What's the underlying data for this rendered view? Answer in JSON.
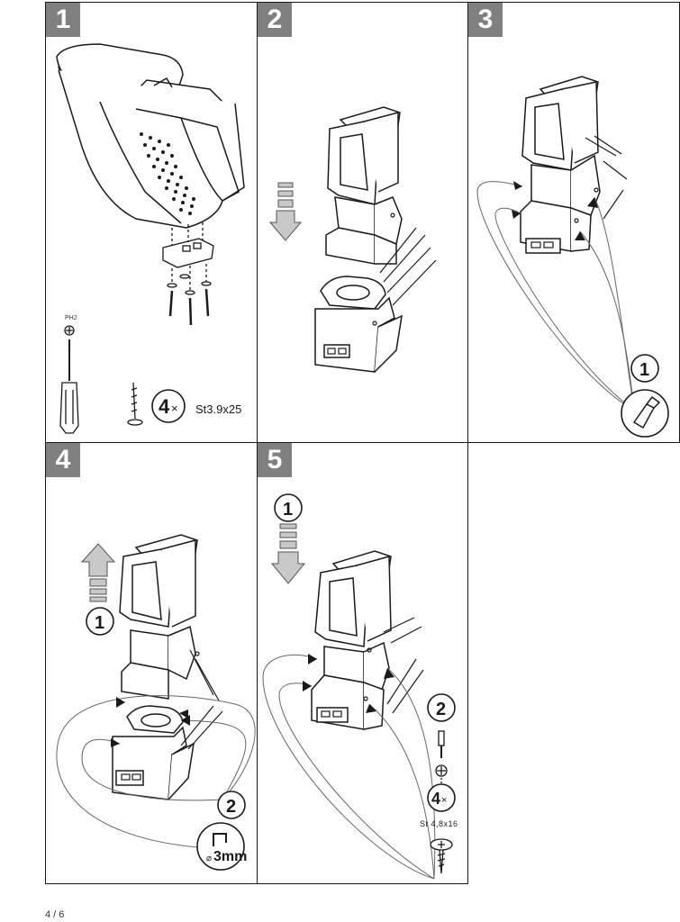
{
  "steps": [
    {
      "number": "1"
    },
    {
      "number": "2"
    },
    {
      "number": "3"
    },
    {
      "number": "4"
    },
    {
      "number": "5"
    }
  ],
  "panel1": {
    "bit_label": "PH2",
    "screw_count": "4",
    "screw_spec": "St3.9x25"
  },
  "panel3": {
    "callout_1": "1"
  },
  "panel4": {
    "callout_1": "1",
    "callout_2": "2",
    "hex_size": "3mm",
    "diameter_symbol": "⌀"
  },
  "panel5": {
    "callout_1": "1",
    "callout_2": "2",
    "screw_count": "4",
    "screw_spec": "St 4,8x16"
  },
  "multiply_symbol": "×",
  "page_number": "4 / 6",
  "colors": {
    "badge": "#808080",
    "line": "#1a1a1a"
  }
}
